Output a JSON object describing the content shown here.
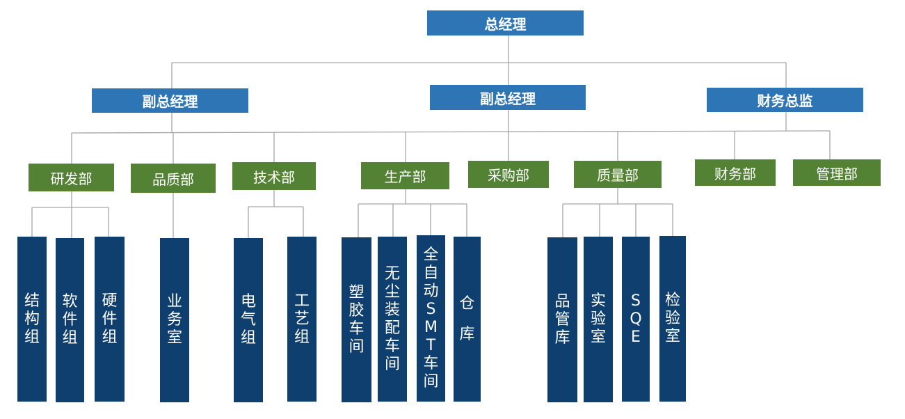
{
  "colors": {
    "top_fill": "#2e75b6",
    "dept_fill": "#548235",
    "unit_fill": "#0f3f6e",
    "line": "#a6a6a6"
  },
  "org": {
    "ceo": "总经理",
    "vp_left": "副总经理",
    "vp_center": "副总经理",
    "cfo": "财务总监",
    "departments": {
      "rd": "研发部",
      "quality_left": "品质部",
      "tech": "技术部",
      "production": "生产部",
      "purchasing": "采购部",
      "quality": "质量部",
      "finance": "财务部",
      "management": "管理部"
    },
    "units": {
      "structure_group": "结构组",
      "software_group": "软件组",
      "hardware_group": "硬件组",
      "business_office": "业务室",
      "electrical_group": "电气组",
      "process_group": "工艺组",
      "plastic_workshop": "塑胶车间",
      "dustfree_assembly_workshop": "无尘装配车间",
      "auto_smt_workshop": "全自动SMT车间",
      "warehouse": "仓库",
      "product_storage": "品管库",
      "laboratory": "实验室",
      "sqe": "SQE",
      "inspection_room": "检验室"
    }
  }
}
